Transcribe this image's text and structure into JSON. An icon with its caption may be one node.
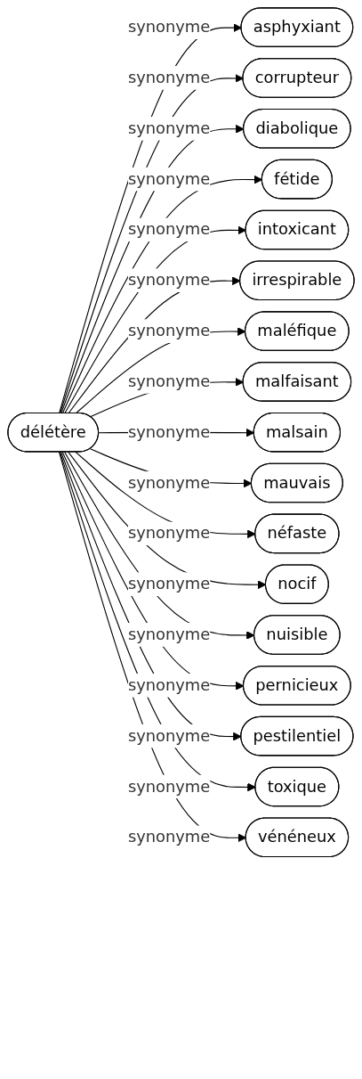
{
  "diagram": {
    "nodes": [
      {
        "text": [
          "délétère"
        ]
      },
      {
        "text": [
          "asphyxiant"
        ]
      },
      {
        "text": [
          "corrupteur"
        ]
      },
      {
        "text": [
          "diabolique"
        ]
      },
      {
        "text": [
          "fétide"
        ]
      },
      {
        "text": [
          "intoxicant"
        ]
      },
      {
        "text": [
          "irrespirable"
        ]
      },
      {
        "text": [
          "maléfique"
        ]
      },
      {
        "text": [
          "malfaisant"
        ]
      },
      {
        "text": [
          "malsain"
        ]
      },
      {
        "text": [
          "mauvais"
        ]
      },
      {
        "text": [
          "néfaste"
        ]
      },
      {
        "text": [
          "nocif"
        ]
      },
      {
        "text": [
          "nuisible"
        ]
      },
      {
        "text": [
          "pernicieux"
        ]
      },
      {
        "text": [
          "pestilentiel"
        ]
      },
      {
        "text": [
          "toxique"
        ]
      },
      {
        "text": [
          "vénéneux"
        ]
      }
    ],
    "edges": [
      {
        "from": 0,
        "to": 1,
        "arrow": "to",
        "label": "synonyme"
      },
      {
        "from": 0,
        "to": 2,
        "arrow": "to",
        "label": "synonyme"
      },
      {
        "from": 0,
        "to": 3,
        "arrow": "to",
        "label": "synonyme"
      },
      {
        "from": 0,
        "to": 4,
        "arrow": "to",
        "label": "synonyme"
      },
      {
        "from": 0,
        "to": 5,
        "arrow": "to",
        "label": "synonyme"
      },
      {
        "from": 0,
        "to": 6,
        "arrow": "to",
        "label": "synonyme"
      },
      {
        "from": 0,
        "to": 7,
        "arrow": "to",
        "label": "synonyme"
      },
      {
        "from": 0,
        "to": 8,
        "arrow": "to",
        "label": "synonyme"
      },
      {
        "from": 0,
        "to": 9,
        "arrow": "to",
        "label": "synonyme"
      },
      {
        "from": 0,
        "to": 10,
        "arrow": "to",
        "label": "synonyme"
      },
      {
        "from": 0,
        "to": 11,
        "arrow": "to",
        "label": "synonyme"
      },
      {
        "from": 0,
        "to": 12,
        "arrow": "to",
        "label": "synonyme"
      },
      {
        "from": 0,
        "to": 13,
        "arrow": "to",
        "label": "synonyme"
      },
      {
        "from": 0,
        "to": 14,
        "arrow": "to",
        "label": "synonyme"
      },
      {
        "from": 0,
        "to": 15,
        "arrow": "to",
        "label": "synonyme"
      },
      {
        "from": 0,
        "to": 16,
        "arrow": "to",
        "label": "synonyme"
      },
      {
        "from": 0,
        "to": 17,
        "arrow": "to",
        "label": "synonyme"
      }
    ]
  }
}
